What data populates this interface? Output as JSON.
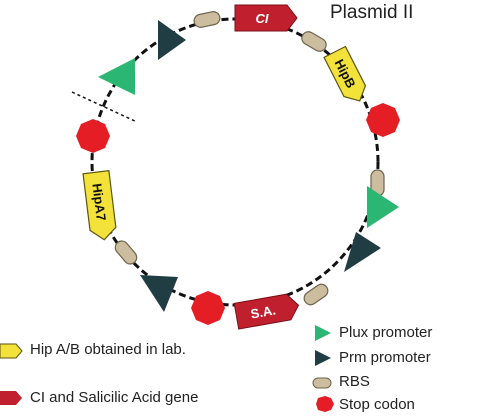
{
  "title": "Plasmid II",
  "part_labels": {
    "ci": "CI",
    "hipb": "HipB",
    "sa": "S.A.",
    "hipa7": "HipA7"
  },
  "legend_left": [
    {
      "label": "Hip A/B obtained in lab.",
      "color": "#f2e23a"
    },
    {
      "label": "CI and Salicilic Acid gene",
      "color": "#c0202e"
    }
  ],
  "legend_right": [
    {
      "label": "Plux promoter",
      "color": "#2bb673"
    },
    {
      "label": "Prm promoter",
      "color": "#213d44"
    },
    {
      "label": "RBS",
      "color": "#cbbd9d"
    },
    {
      "label": "Stop codon",
      "color": "#e51d25"
    }
  ]
}
